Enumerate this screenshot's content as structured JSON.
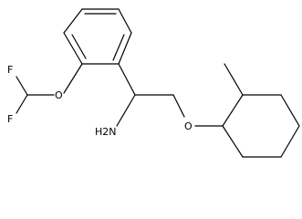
{
  "structure": {
    "atoms": [
      {
        "id": "F1",
        "text": "F"
      },
      {
        "id": "F2",
        "text": "F"
      },
      {
        "id": "O1",
        "text": "O"
      },
      {
        "id": "N1",
        "text": "H2N"
      },
      {
        "id": "O2",
        "text": "O"
      }
    ],
    "groups": [
      "difluoromethoxy",
      "phenyl-ring",
      "aminoethyl",
      "methylcyclohexyl"
    ]
  },
  "colors": {
    "bond": "#000000",
    "text": "#000000",
    "background": "#ffffff"
  }
}
